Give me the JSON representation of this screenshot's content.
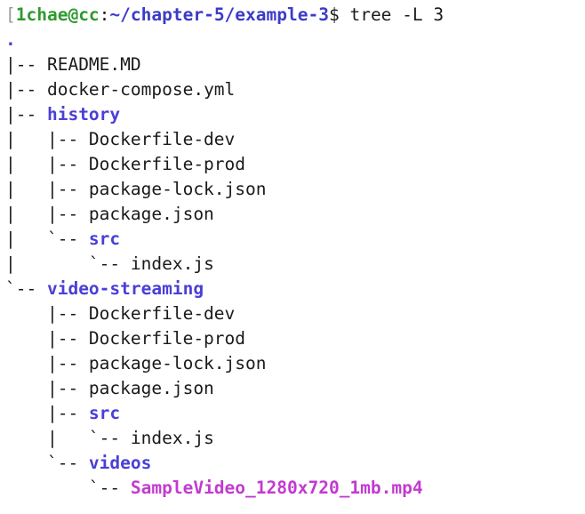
{
  "prompt": {
    "bracket": "[",
    "user_host": "1chae@cc",
    "separator": ":",
    "cwd": "~/chapter-5/example-3",
    "symbol": "$",
    "command": " tree -L 3"
  },
  "tree": [
    {
      "branch": "",
      "name": ".",
      "kind": "root"
    },
    {
      "branch": "|-- ",
      "name": "README.MD",
      "kind": "file"
    },
    {
      "branch": "|-- ",
      "name": "docker-compose.yml",
      "kind": "file"
    },
    {
      "branch": "|-- ",
      "name": "history",
      "kind": "dir"
    },
    {
      "branch": "|   |-- ",
      "name": "Dockerfile-dev",
      "kind": "file"
    },
    {
      "branch": "|   |-- ",
      "name": "Dockerfile-prod",
      "kind": "file"
    },
    {
      "branch": "|   |-- ",
      "name": "package-lock.json",
      "kind": "file"
    },
    {
      "branch": "|   |-- ",
      "name": "package.json",
      "kind": "file"
    },
    {
      "branch": "|   `-- ",
      "name": "src",
      "kind": "dir"
    },
    {
      "branch": "|       `-- ",
      "name": "index.js",
      "kind": "file"
    },
    {
      "branch": "`-- ",
      "name": "video-streaming",
      "kind": "dir"
    },
    {
      "branch": "    |-- ",
      "name": "Dockerfile-dev",
      "kind": "file"
    },
    {
      "branch": "    |-- ",
      "name": "Dockerfile-prod",
      "kind": "file"
    },
    {
      "branch": "    |-- ",
      "name": "package-lock.json",
      "kind": "file"
    },
    {
      "branch": "    |-- ",
      "name": "package.json",
      "kind": "file"
    },
    {
      "branch": "    |-- ",
      "name": "src",
      "kind": "dir"
    },
    {
      "branch": "    |   `-- ",
      "name": "index.js",
      "kind": "file"
    },
    {
      "branch": "    `-- ",
      "name": "videos",
      "kind": "dir"
    },
    {
      "branch": "        `-- ",
      "name": "SampleVideo_1280x720_1mb.mp4",
      "kind": "media"
    }
  ],
  "colors": {
    "user_host": "#2f9a2f",
    "cwd": "#3b3bc8",
    "directory": "#4a3fd6",
    "media_file": "#c23ad0",
    "text": "#1a1a1a",
    "background": "#ffffff"
  }
}
